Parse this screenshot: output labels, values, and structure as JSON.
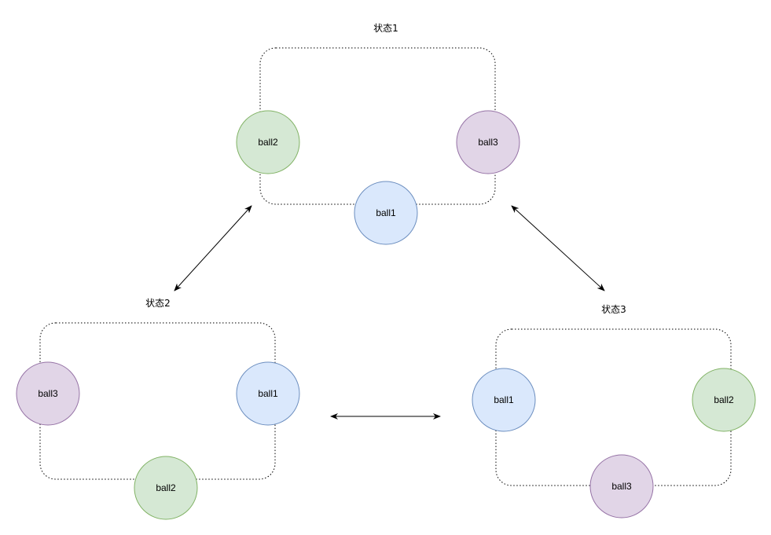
{
  "colors": {
    "blue_fill": "#dae8fc",
    "blue_stroke": "#6c8ebf",
    "green_fill": "#d5e8d4",
    "green_stroke": "#82b366",
    "purple_fill": "#e1d5e7",
    "purple_stroke": "#9673a6"
  },
  "states": [
    {
      "label": "状态1",
      "balls": [
        {
          "label": "ball2",
          "color": "green"
        },
        {
          "label": "ball3",
          "color": "purple"
        },
        {
          "label": "ball1",
          "color": "blue"
        }
      ]
    },
    {
      "label": "状态2",
      "balls": [
        {
          "label": "ball3",
          "color": "purple"
        },
        {
          "label": "ball1",
          "color": "blue"
        },
        {
          "label": "ball2",
          "color": "green"
        }
      ]
    },
    {
      "label": "状态3",
      "balls": [
        {
          "label": "ball1",
          "color": "blue"
        },
        {
          "label": "ball2",
          "color": "green"
        },
        {
          "label": "ball3",
          "color": "purple"
        }
      ]
    }
  ],
  "transitions": [
    {
      "from": "状态1",
      "to": "状态2",
      "bidirectional": true
    },
    {
      "from": "状态1",
      "to": "状态3",
      "bidirectional": true
    },
    {
      "from": "状态2",
      "to": "状态3",
      "bidirectional": true
    }
  ]
}
